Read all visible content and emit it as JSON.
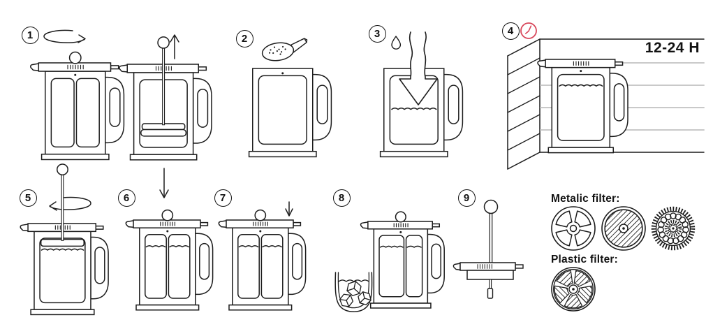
{
  "colors": {
    "line": "#1c1c1c",
    "accent_red": "#d8465a",
    "shelf_gray": "#c9c9c9",
    "background": "#ffffff"
  },
  "steps": [
    {
      "number": "1",
      "illustration": "rotate-lid-open-and-pull-plunger-up"
    },
    {
      "number": "2",
      "illustration": "scoop-coffee-into-open-press"
    },
    {
      "number": "3",
      "illustration": "pour-water-into-press"
    },
    {
      "number": "4",
      "illustration": "rest-press-in-fridge",
      "icon": "clock-icon",
      "duration": "12-24 H"
    },
    {
      "number": "5",
      "illustration": "screw-lid-on-with-plunger-up"
    },
    {
      "number": "6",
      "illustration": "push-plunger-down"
    },
    {
      "number": "7",
      "illustration": "close-spout-lever"
    },
    {
      "number": "8",
      "illustration": "serve-over-ice-glass"
    },
    {
      "number": "9",
      "illustration": "plunger-lid-assembly"
    }
  ],
  "labels": {
    "duration": "12-24 H",
    "metallic_filter": "Metalic filter:",
    "plastic_filter": "Plastic filter:"
  }
}
